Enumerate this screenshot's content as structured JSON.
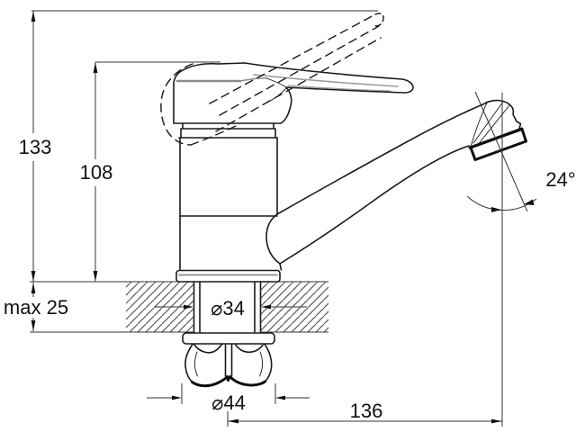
{
  "drawing": {
    "type": "technical dimension drawing",
    "subject": "single-lever basin mixer tap, side view with mounting cross-section",
    "dimensions": {
      "total_height": "133",
      "height_to_spout": "108",
      "max_mounting_thickness": "max 25",
      "mounting_hole_diameter": "⌀34",
      "shank_nut_diameter": "⌀44",
      "spout_reach": "136",
      "aerator_angle": "24°"
    },
    "colors": {
      "line": "#1a1a1a",
      "thin_line": "#333333",
      "highlight": "#999999",
      "background": "#ffffff"
    }
  }
}
